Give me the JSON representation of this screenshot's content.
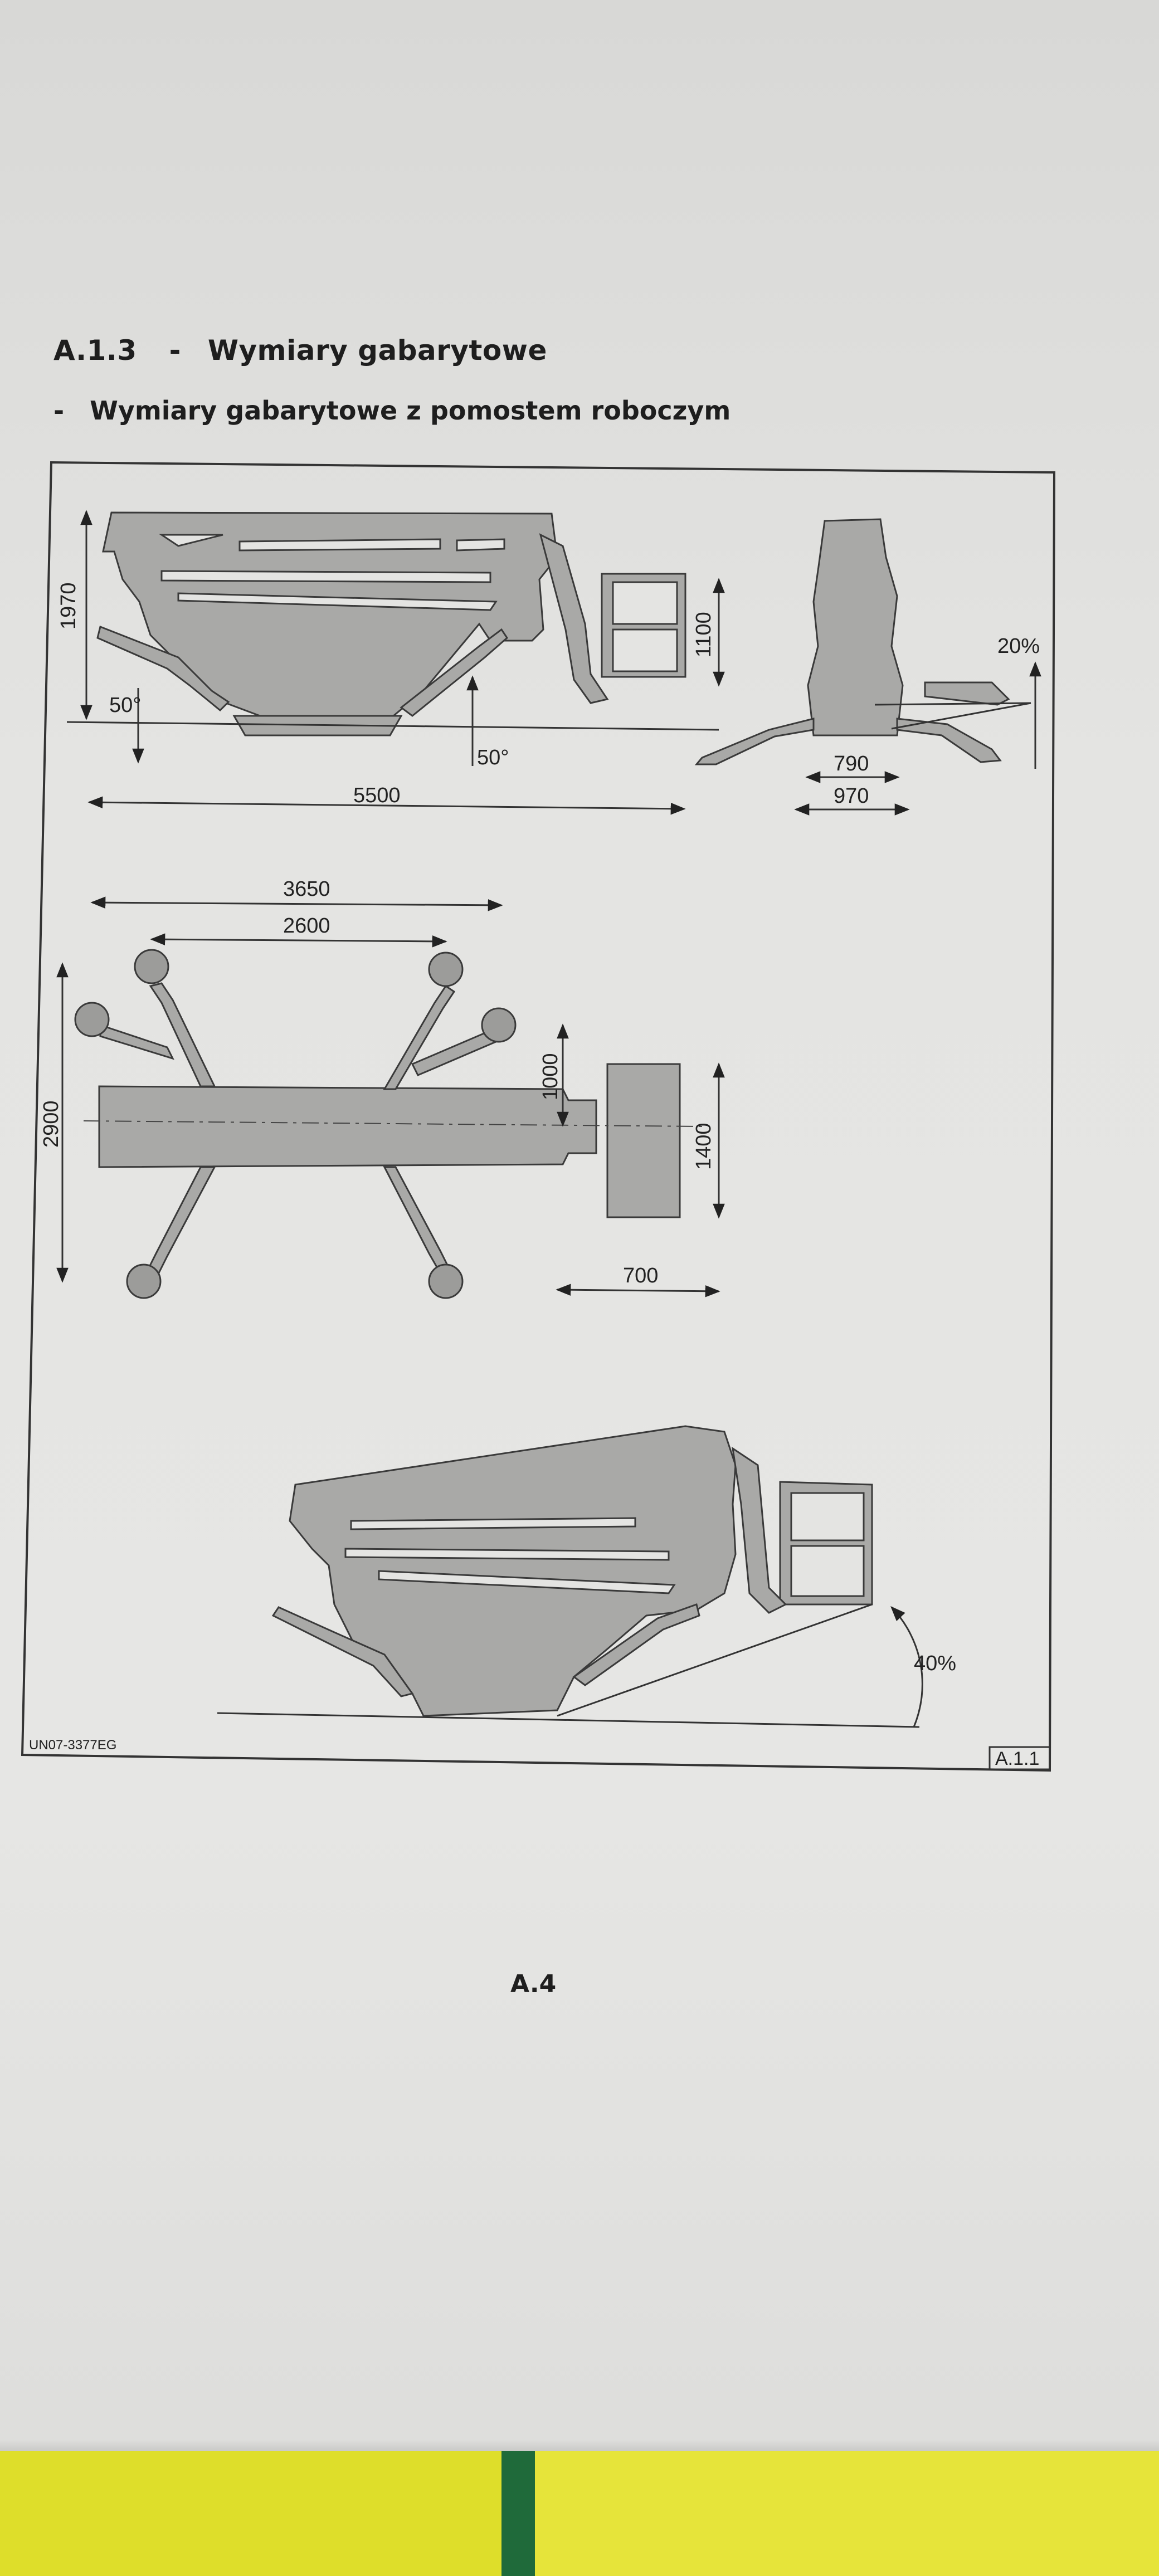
{
  "section": {
    "number": "A.1.3",
    "separator": "-",
    "title": "Wymiary gabarytowe"
  },
  "subsection": {
    "bullet": "-",
    "title": "Wymiary gabarytowe z pomostem roboczym"
  },
  "figure": {
    "code": "UN07-3377EG",
    "ref": "A.1.1",
    "side_view": {
      "height": "1970",
      "angle_left": "50°",
      "angle_right": "50°",
      "length": "5500",
      "basket_height": "1100"
    },
    "rear_view": {
      "slope": "20%",
      "track_inner": "790",
      "track_outer": "970"
    },
    "top_view": {
      "outrigger_span_outer": "3650",
      "outrigger_span_inner": "2600",
      "width": "2900",
      "basket_offset": "1000",
      "basket_width": "1400",
      "basket_depth": "700"
    },
    "slope_view": {
      "slope": "40%"
    }
  },
  "footer": {
    "page": "A.4"
  }
}
